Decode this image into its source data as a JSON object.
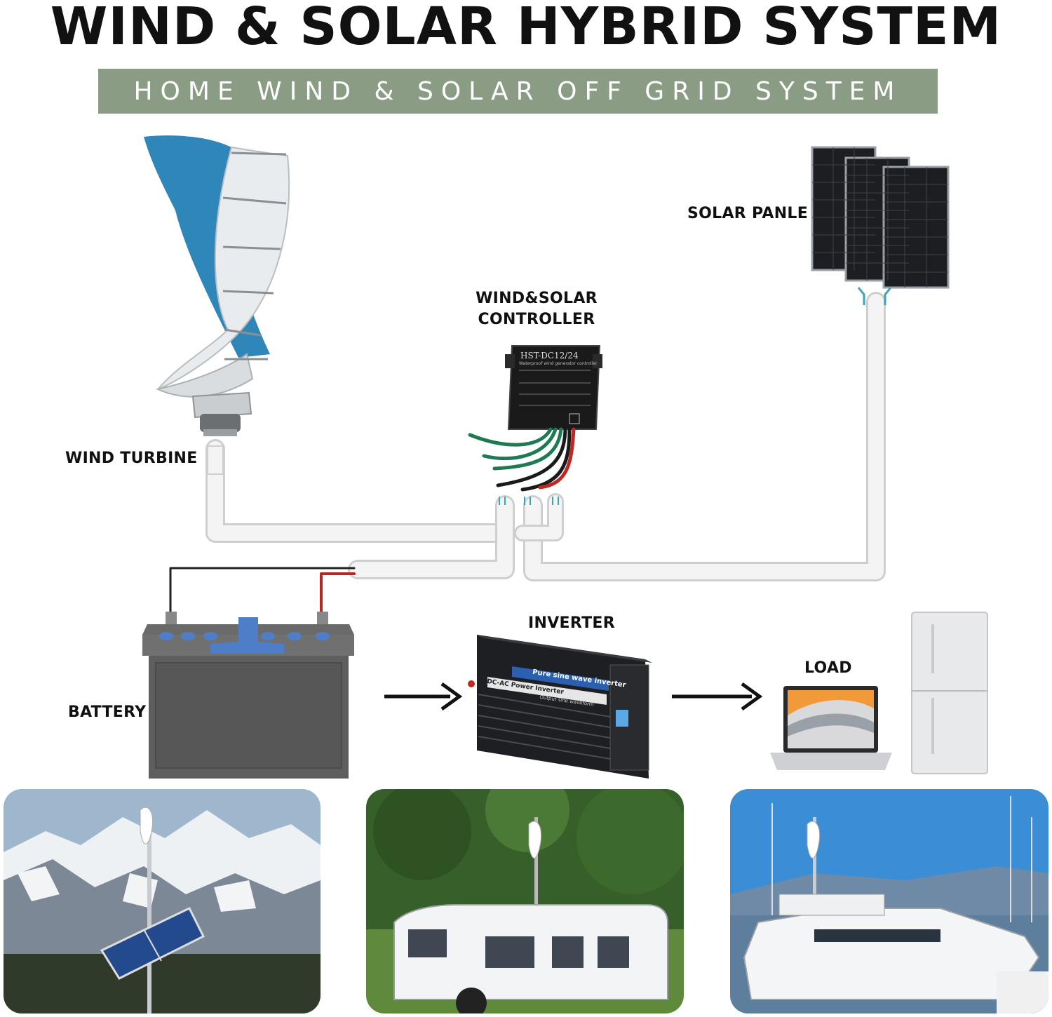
{
  "header": {
    "title": "WIND & SOLAR HYBRID SYSTEM",
    "subtitle": "HOME WIND & SOLAR OFF GRID SYSTEM"
  },
  "components": {
    "solar_panel": "SOLAR PANLE",
    "controller_line1": "WIND&SOLAR",
    "controller_line2": "CONTROLLER",
    "wind_turbine": "WIND TURBINE",
    "inverter": "INVERTER",
    "load": "LOAD",
    "battery": "BATTERY"
  },
  "devices": {
    "controller_model": "HST-DC12/24",
    "controller_subtitle": "Waterproof wind generator controller",
    "inverter_banner": "Pure sine wave inverter",
    "inverter_brand": "DC-AC Power Inverter",
    "inverter_waveform": "Output sine waveform"
  },
  "colors": {
    "subtitle_bar": "#8a9c84",
    "turbine_blue": "#2f86b8",
    "pipe": "#e8e8e8",
    "battery_body": "#5e5e5e",
    "battery_accent": "#4f7ec8"
  }
}
